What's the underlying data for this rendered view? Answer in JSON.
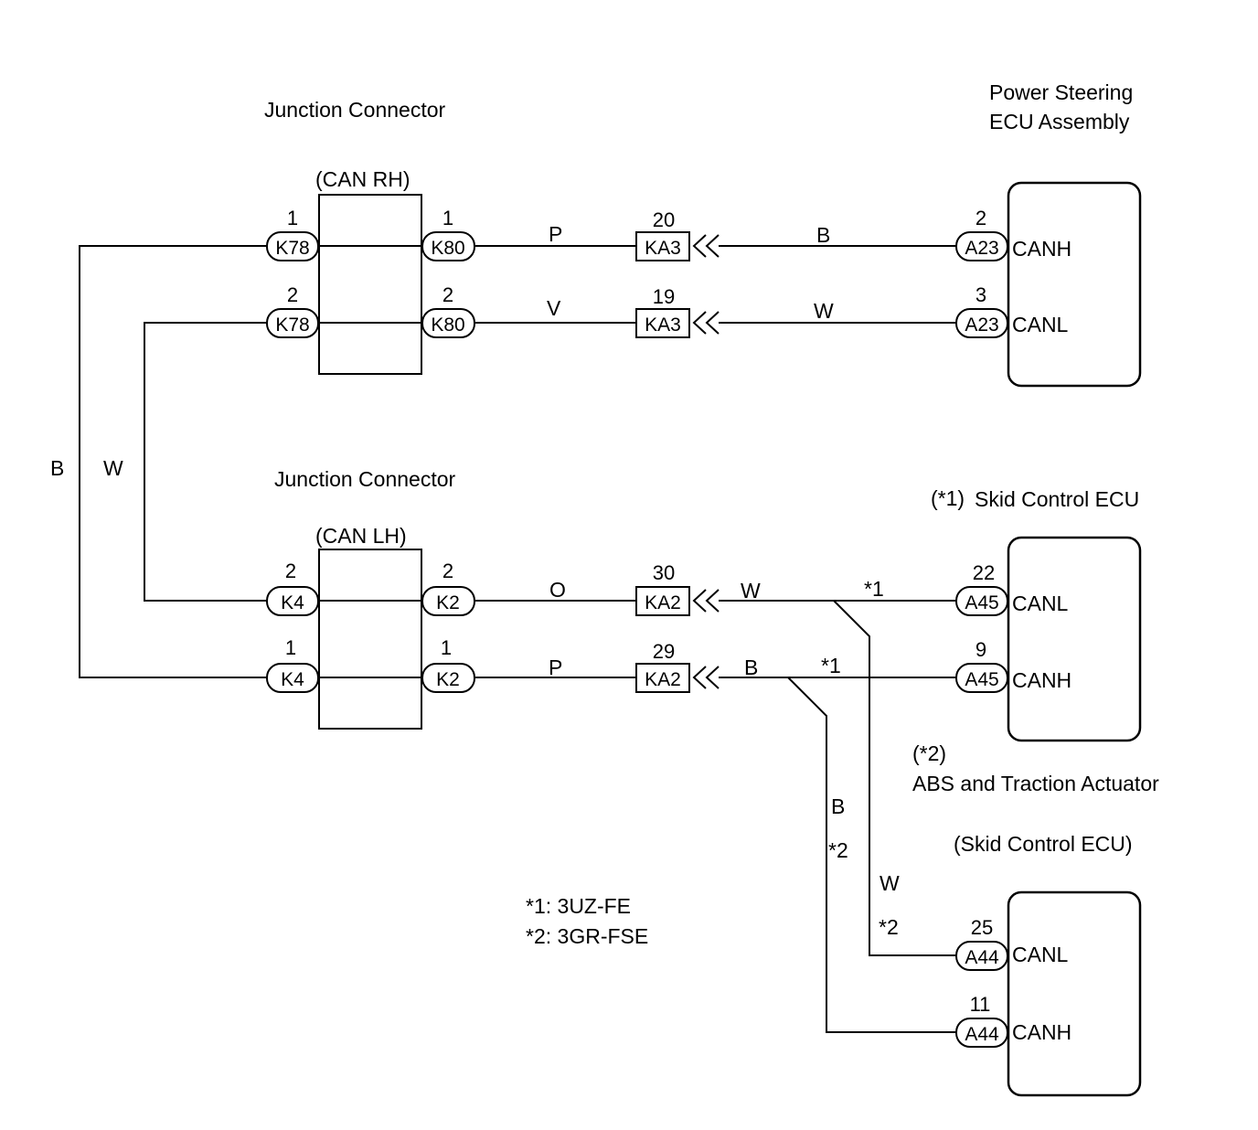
{
  "components": {
    "junction_rh_title": "Junction Connector",
    "junction_rh_sub": "(CAN RH)",
    "junction_lh_title": "Junction Connector",
    "junction_lh_sub": "(CAN LH)",
    "ps_ecu_line1": "Power Steering",
    "ps_ecu_line2": "ECU Assembly",
    "skid_ecu_note": "(*1)",
    "skid_ecu_name": "Skid Control ECU",
    "abs_note": "(*2)",
    "abs_name": "ABS and Traction Actuator",
    "abs_sub": "(Skid Control ECU)"
  },
  "connectors": {
    "k78_1": {
      "pin": "1",
      "id": "K78"
    },
    "k78_2": {
      "pin": "2",
      "id": "K78"
    },
    "k80_1": {
      "pin": "1",
      "id": "K80"
    },
    "k80_2": {
      "pin": "2",
      "id": "K80"
    },
    "ka3_20": {
      "pin": "20",
      "id": "KA3"
    },
    "ka3_19": {
      "pin": "19",
      "id": "KA3"
    },
    "a23_2": {
      "pin": "2",
      "id": "A23",
      "signal": "CANH"
    },
    "a23_3": {
      "pin": "3",
      "id": "A23",
      "signal": "CANL"
    },
    "k4_2": {
      "pin": "2",
      "id": "K4"
    },
    "k4_1": {
      "pin": "1",
      "id": "K4"
    },
    "k2_2": {
      "pin": "2",
      "id": "K2"
    },
    "k2_1": {
      "pin": "1",
      "id": "K2"
    },
    "ka2_30": {
      "pin": "30",
      "id": "KA2"
    },
    "ka2_29": {
      "pin": "29",
      "id": "KA2"
    },
    "a45_22": {
      "pin": "22",
      "id": "A45",
      "signal": "CANL"
    },
    "a45_9": {
      "pin": "9",
      "id": "A45",
      "signal": "CANH"
    },
    "a44_25": {
      "pin": "25",
      "id": "A44",
      "signal": "CANL"
    },
    "a44_11": {
      "pin": "11",
      "id": "A44",
      "signal": "CANH"
    }
  },
  "wire_colors": {
    "p_top": "P",
    "b_top": "B",
    "v_top": "V",
    "w_top": "W",
    "b_left": "B",
    "w_left": "W",
    "o_mid": "O",
    "w_mid": "W",
    "star1_mid": "*1",
    "p_low": "P",
    "b_low": "B",
    "star1_low": "*1",
    "b_branch": "B",
    "star2_b": "*2",
    "w_branch": "W",
    "star2_w": "*2"
  },
  "legend": {
    "note1": "*1: 3UZ-FE",
    "note2": "*2: 3GR-FSE"
  }
}
